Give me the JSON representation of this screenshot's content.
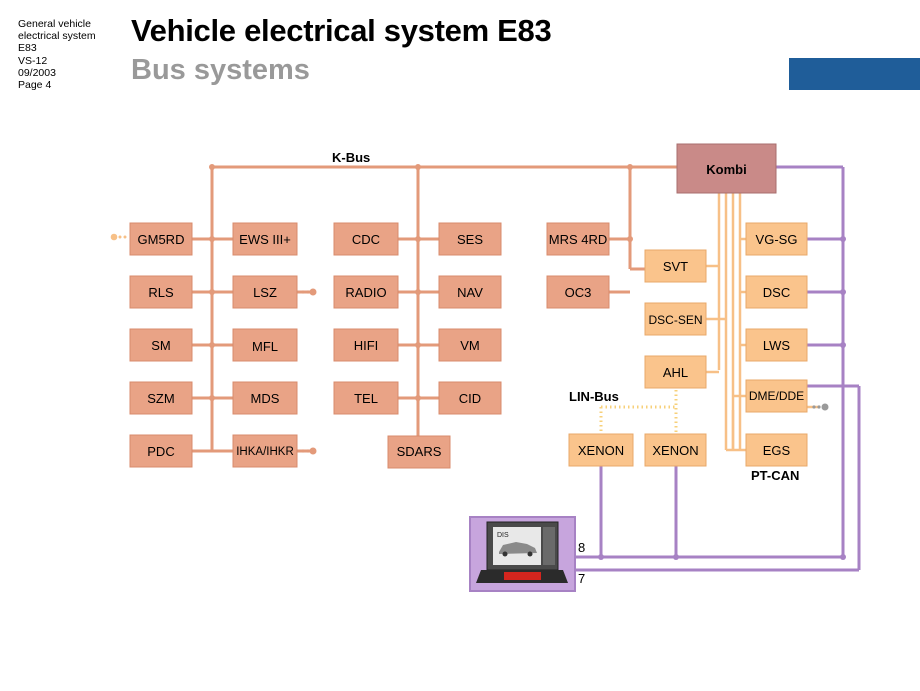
{
  "meta": {
    "lines": [
      "General vehicle",
      "electrical system",
      "E83",
      "VS-12",
      "09/2003",
      "Page 4"
    ]
  },
  "header": {
    "title": "Vehicle electrical system E83",
    "subtitle": "Bus systems"
  },
  "colors": {
    "kbus": "#e39a7a",
    "kbus_box_fill": "#e9a386",
    "ptcan": "#f7c087",
    "ptcan_box_fill": "#fac48c",
    "purple": "#a782c4",
    "kombi_fill": "#c98a88",
    "lin": "#f7d07a",
    "brand": "#1f5d99"
  },
  "labels": {
    "kbus": "K-Bus",
    "linbus": "LIN-Bus",
    "ptcan": "PT-CAN",
    "line8": "8",
    "line7": "7",
    "tester": "DIS"
  },
  "modules": {
    "kombi": "Kombi",
    "gm5rd": "GM5RD",
    "ews": "EWS III+",
    "cdc": "CDC",
    "ses": "SES",
    "mrs4rd": "MRS 4RD",
    "rls": "RLS",
    "lsz": "LSZ",
    "radio": "RADIO",
    "nav": "NAV",
    "oc3": "OC3",
    "sm": "SM",
    "mfl": "MFL",
    "hifi": "HIFI",
    "vm": "VM",
    "szm": "SZM",
    "mds": "MDS",
    "tel": "TEL",
    "cid": "CID",
    "pdc": "PDC",
    "ihka": "IHKA/IHKR",
    "sdars": "SDARS",
    "svt": "SVT",
    "dscsen": "DSC-SEN",
    "ahl": "AHL",
    "vgsg": "VG-SG",
    "dsc": "DSC",
    "lws": "LWS",
    "dme": "DME/DDE",
    "egs": "EGS",
    "xenon1": "XENON",
    "xenon2": "XENON"
  }
}
